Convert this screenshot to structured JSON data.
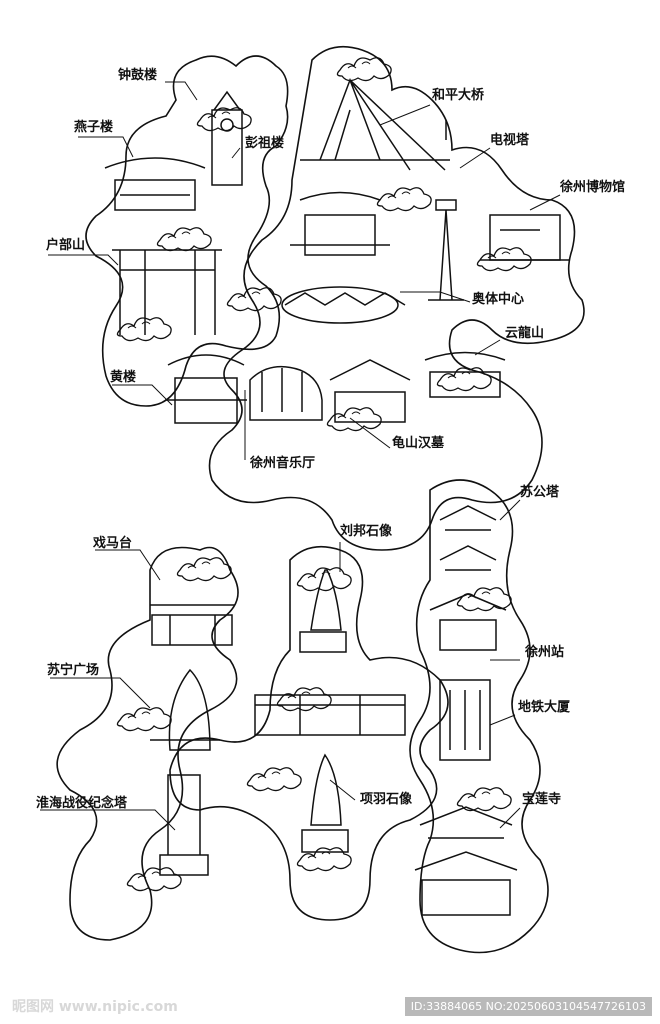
{
  "landmarks": [
    {
      "id": "zhonggulou",
      "label": "钟鼓楼"
    },
    {
      "id": "yanzilou",
      "label": "燕子楼"
    },
    {
      "id": "pengzulou",
      "label": "彭祖楼"
    },
    {
      "id": "hepingdaqiao",
      "label": "和平大桥"
    },
    {
      "id": "dianshita",
      "label": "电视塔"
    },
    {
      "id": "museum",
      "label": "徐州博物馆"
    },
    {
      "id": "hubushan",
      "label": "户部山"
    },
    {
      "id": "aoti",
      "label": "奥体中心"
    },
    {
      "id": "yunlongshan",
      "label": "云龍山"
    },
    {
      "id": "huanglou",
      "label": "黄楼"
    },
    {
      "id": "concert",
      "label": "徐州音乐厅"
    },
    {
      "id": "guishan",
      "label": "龟山汉墓"
    },
    {
      "id": "sugongta",
      "label": "苏公塔"
    },
    {
      "id": "ximatai",
      "label": "戏马台"
    },
    {
      "id": "liubang",
      "label": "刘邦石像"
    },
    {
      "id": "suning",
      "label": "苏宁广场"
    },
    {
      "id": "station",
      "label": "徐州站"
    },
    {
      "id": "metro",
      "label": "地铁大厦"
    },
    {
      "id": "xiangyu",
      "label": "项羽石像"
    },
    {
      "id": "huaihai",
      "label": "淮海战役纪念塔"
    },
    {
      "id": "baolian",
      "label": "宝莲寺"
    }
  ],
  "watermark": {
    "left": "昵图网 www.nipic.com",
    "right": "ID:33884065 NO:20250603104547726103"
  },
  "colors": {
    "line": "#111111",
    "background": "#ffffff"
  }
}
